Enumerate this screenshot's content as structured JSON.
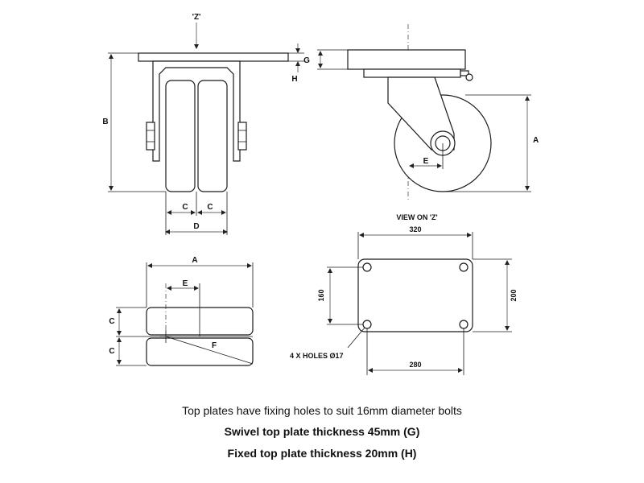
{
  "labels": {
    "z_marker": "'Z'",
    "A": "A",
    "B": "B",
    "C": "C",
    "D": "D",
    "E": "E",
    "F": "F",
    "G": "G",
    "H": "H"
  },
  "plan_view": {
    "title": "VIEW ON 'Z'",
    "width_outer": "320",
    "height_outer": "200",
    "width_holes": "280",
    "height_holes": "160",
    "holes_note": "4 X HOLES Ø17"
  },
  "captions": {
    "line1": "Top plates have fixing holes to suit 16mm diameter bolts",
    "line2": "Swivel top plate thickness 45mm (G)",
    "line3": "Fixed top plate thickness 20mm (H)"
  },
  "colors": {
    "line": "#1a1a1a",
    "background": "#ffffff"
  }
}
